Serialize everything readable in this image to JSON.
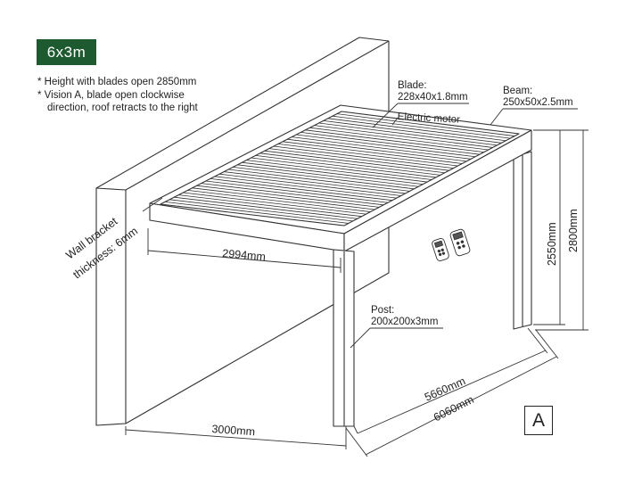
{
  "badge": {
    "label": "6x3m",
    "color": "#1e5a2f"
  },
  "notes": {
    "line1": "* Height with blades open 2850mm",
    "line2": "* Vision A, blade open clockwise",
    "line3": "direction, roof retracts to the right"
  },
  "labels": {
    "blade_title": "Blade:",
    "blade_spec": "228x40x1.8mm",
    "beam_title": "Beam:",
    "beam_spec": "250x50x2.5mm",
    "motor": "Electric motor",
    "post_title": "Post:",
    "post_spec": "200x200x3mm",
    "wall_bracket_1": "Wall bracket",
    "wall_bracket_2": "thickness: 6mm"
  },
  "dimensions": {
    "inner_width": "2994mm",
    "outer_width": "3000mm",
    "inner_length": "5660mm",
    "outer_length": "6060mm",
    "inner_height": "2550mm",
    "outer_height": "2800mm"
  },
  "model_letter": "A"
}
